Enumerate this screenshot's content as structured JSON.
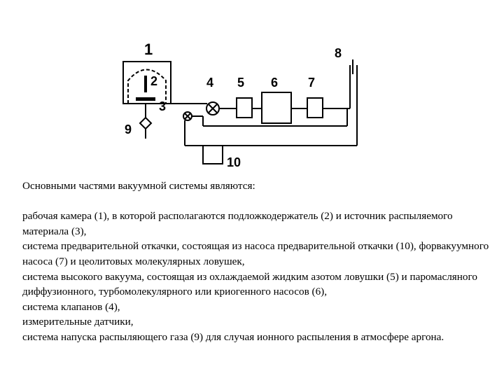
{
  "diagram": {
    "labels": {
      "l1": "1",
      "l2": "2",
      "l3": "3",
      "l4": "4",
      "l5": "5",
      "l6": "6",
      "l7": "7",
      "l8": "8",
      "l9": "9",
      "l10": "10"
    }
  },
  "text": {
    "heading": "Основными частями вакуумной системы являются:",
    "items": [
      "рабочая камера (1), в которой располагаются подложкодержатель (2) и источник распыляемого материала (3),",
      "система предварительной откачки, состоящая из насоса предварительной откачки (10), форвакуумного насоса (7) и цеолитовых молекулярных ловушек,",
      "система высокого вакуума, состоящая из охлаждаемой жидким азотом ловушки (5) и паромасляного диффузионного, турбомолекулярного или криогенного насосов (6),",
      "система клапанов (4),",
      "измерительные датчики,",
      "система напуска распыляющего газа (9) для случая ионного распыления в атмосфере аргона."
    ]
  }
}
